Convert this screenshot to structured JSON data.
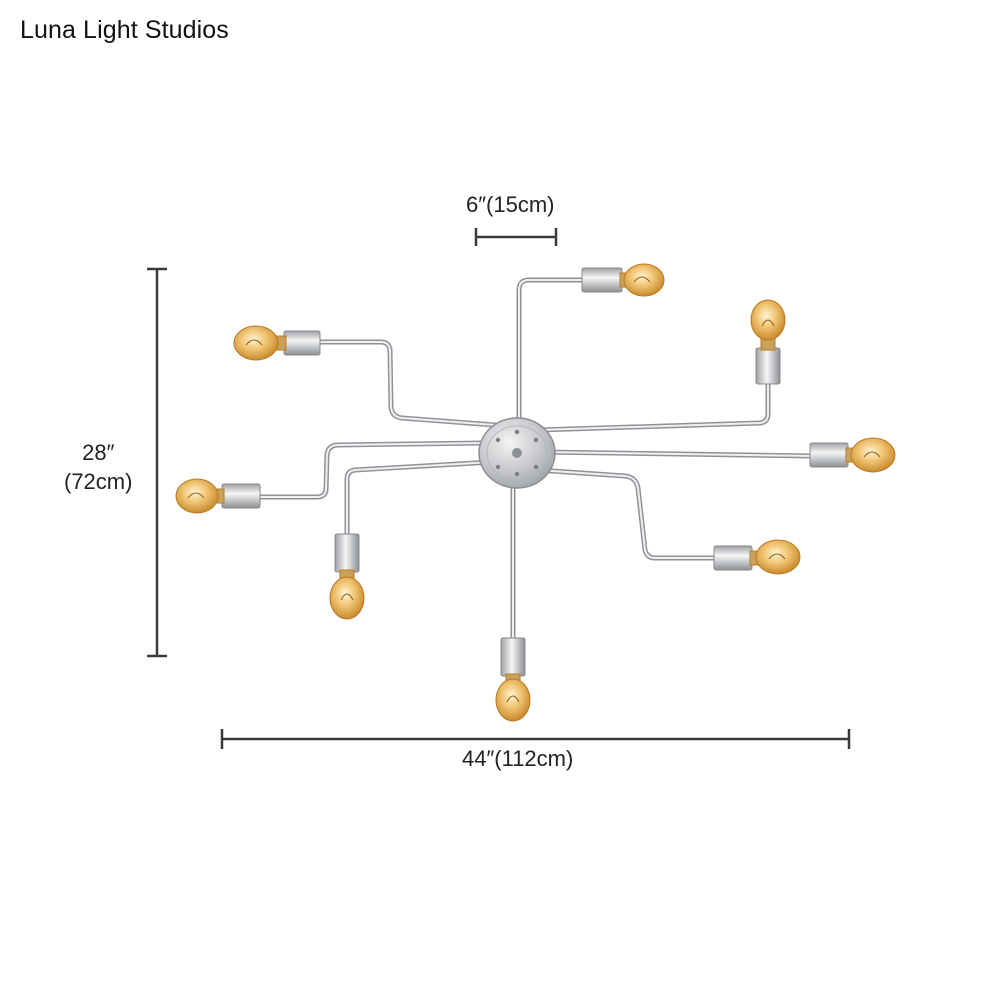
{
  "brand": {
    "name": "Luna Light Studios"
  },
  "dimensions": {
    "hub_span": "6″(15cm)",
    "height_inches": "28″",
    "height_cm": "(72cm)",
    "width": "44″(112cm)"
  },
  "fixture": {
    "arm_count": 8,
    "finish_color": "#c7c9cc",
    "bulb_color": "#e8a94a",
    "icon": "sputnik-ceiling-light-icon"
  },
  "colors": {
    "dimension_line": "#3a3a3a",
    "background": "#ffffff"
  }
}
